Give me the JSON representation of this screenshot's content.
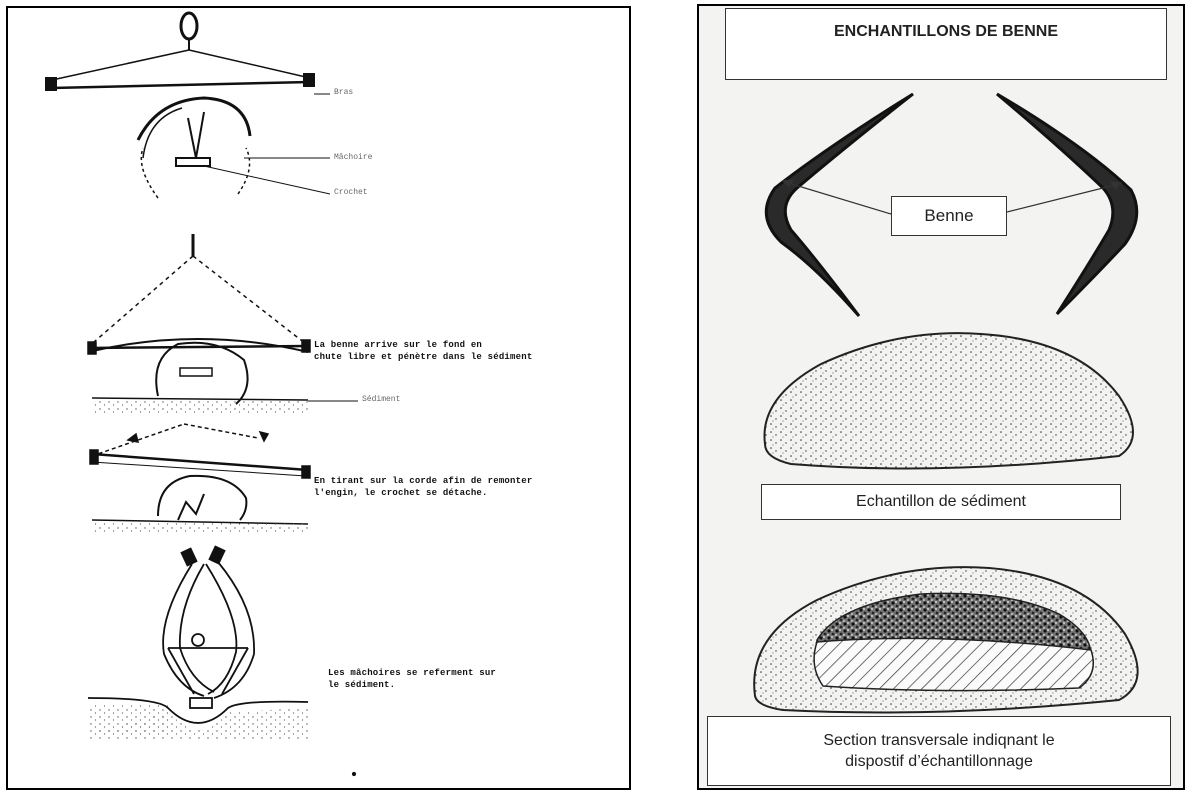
{
  "left_panel": {
    "labels_top": {
      "bras": "Bras",
      "machoire": "Mâchoire",
      "crochet": "Crochet"
    },
    "step1": {
      "line1": "La benne arrive sur le fond en",
      "line2": "chute libre et pénètre dans le sédiment"
    },
    "sediment_label": "Sédiment",
    "step2": {
      "line1": "En tirant sur la corde afin de remonter",
      "line2": "l'engin, le crochet se détache."
    },
    "step3": {
      "line1": "Les mâchoires se referment sur",
      "line2": "le sédiment."
    }
  },
  "right_panel": {
    "title": "ENCHANTILLONS DE BENNE",
    "benne_label": "Benne",
    "sediment_label": "Echantillon de sédiment",
    "section_line1": "Section transversale indiqnant le",
    "section_line2": "dispostif d’échantillonnage"
  }
}
